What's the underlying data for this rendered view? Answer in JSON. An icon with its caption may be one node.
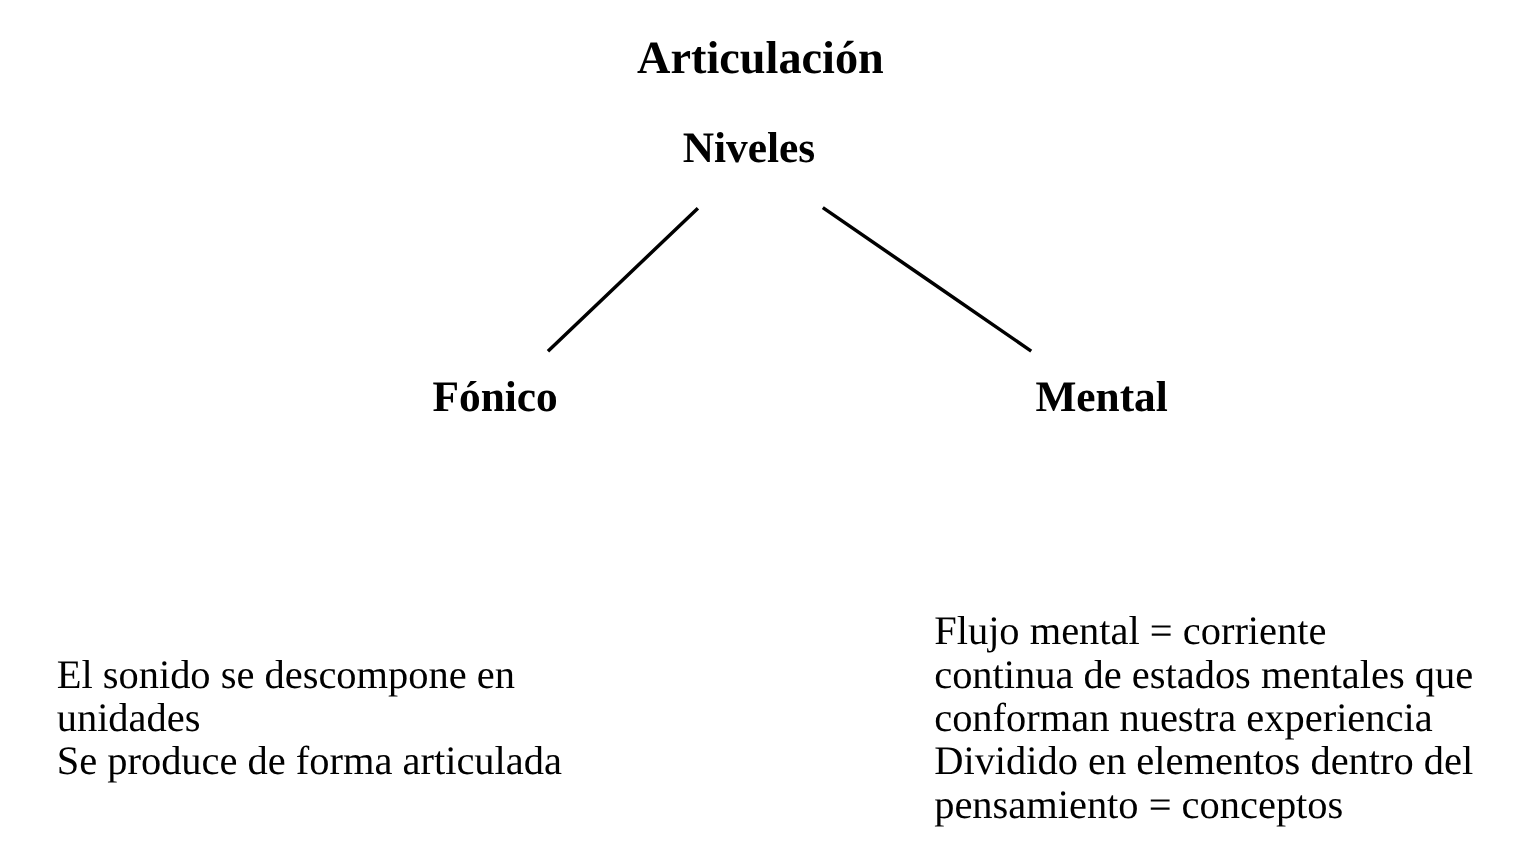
{
  "diagram": {
    "title": "Articulación",
    "nodes": [
      {
        "text": [
          "Niveles"
        ]
      },
      {
        "text": [
          "Fónico"
        ],
        "beside": [
          "El sonido se descompone en unidades",
          "Se produce de forma articulada"
        ]
      },
      {
        "text": [
          "Mental"
        ],
        "beside": [
          "Flujo mental = corriente continua de estados mentales que conforman nuestra experiencia",
          "Dividido en elementos dentro del pensamiento = conceptos"
        ]
      }
    ],
    "edges": [
      {
        "from": 0,
        "to": 1,
        "arrow": "none"
      },
      {
        "from": 0,
        "to": 2,
        "arrow": "none"
      }
    ]
  }
}
